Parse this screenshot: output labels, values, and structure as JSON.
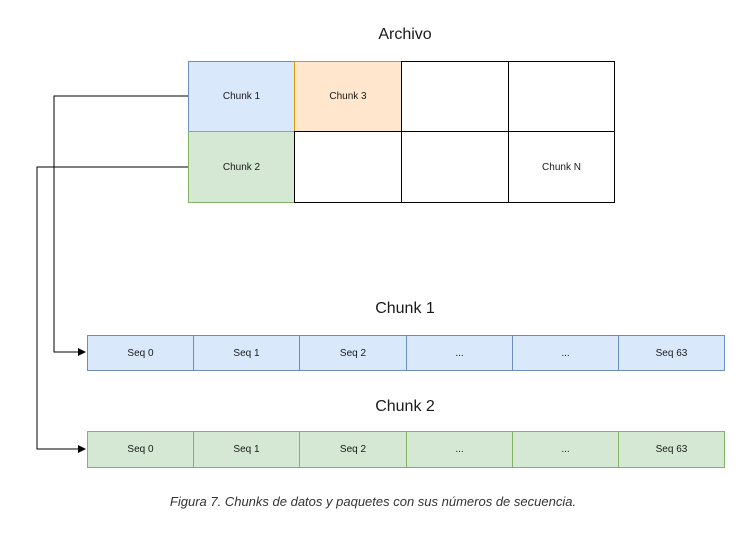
{
  "archivo": {
    "title": "Archivo",
    "grid": [
      [
        {
          "label": "Chunk 1",
          "fill": "#dae8fc",
          "stroke": "#6c8ebf"
        },
        {
          "label": "Chunk 3",
          "fill": "#ffe6cc",
          "stroke": "#d79b00"
        },
        {
          "label": "",
          "fill": "#ffffff",
          "stroke": "#000000"
        },
        {
          "label": "",
          "fill": "#ffffff",
          "stroke": "#000000"
        }
      ],
      [
        {
          "label": "Chunk 2",
          "fill": "#d5e8d4",
          "stroke": "#82b366"
        },
        {
          "label": "",
          "fill": "#ffffff",
          "stroke": "#000000"
        },
        {
          "label": "",
          "fill": "#ffffff",
          "stroke": "#000000"
        },
        {
          "label": "Chunk N",
          "fill": "#ffffff",
          "stroke": "#000000"
        }
      ]
    ]
  },
  "chunk1": {
    "title": "Chunk 1",
    "fill": "#dae8fc",
    "stroke": "#6c8ebf",
    "seqs": [
      "Seq 0",
      "Seq 1",
      "Seq 2",
      "...",
      "...",
      "Seq 63"
    ]
  },
  "chunk2": {
    "title": "Chunk 2",
    "fill": "#d5e8d4",
    "stroke": "#82b366",
    "seqs": [
      "Seq 0",
      "Seq 1",
      "Seq 2",
      "...",
      "...",
      "Seq 63"
    ]
  },
  "caption": "Figura 7. Chunks de datos y paquetes con sus números de secuencia."
}
